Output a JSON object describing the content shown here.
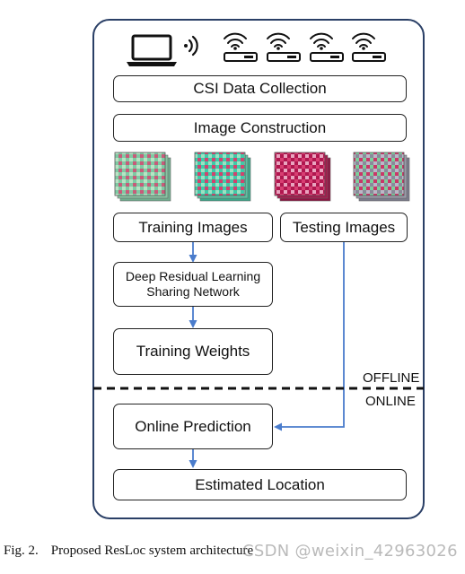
{
  "colors": {
    "arrow": "#4a7ccc",
    "border": "#2a3f66",
    "box_border": "#222222"
  },
  "icons": {
    "laptop": "laptop-icon",
    "signal": "wifi-signal-icon",
    "router": "wifi-router-icon"
  },
  "boxes": {
    "csi": "CSI Data Collection",
    "image_construction": "Image Construction",
    "training_images": "Training Images",
    "testing_images": "Testing Images",
    "deep_residual_line1": "Deep Residual Learning",
    "deep_residual_line2": "Sharing Network",
    "training_weights": "Training Weights",
    "online_prediction": "Online Prediction",
    "estimated_location": "Estimated Location"
  },
  "labels": {
    "offline": "OFFLINE",
    "online": "ONLINE"
  },
  "caption": {
    "fig": "Fig. 2.",
    "text": "Proposed ResLoc system architecture"
  },
  "watermark": "CSDN @weixin_42963026"
}
